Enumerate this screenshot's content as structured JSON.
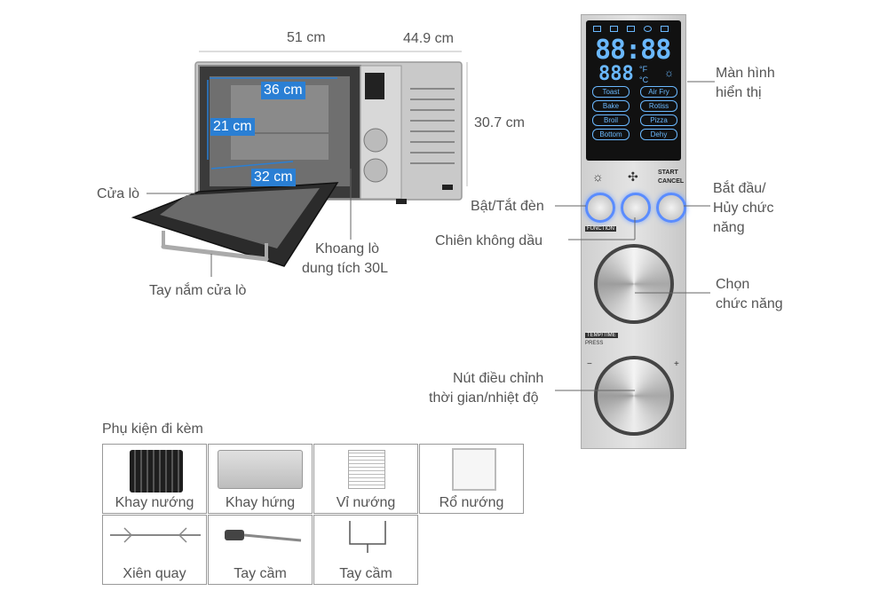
{
  "dimensions": {
    "width": "51 cm",
    "depth": "44.9 cm",
    "height": "30.7 cm",
    "inner_width": "36 cm",
    "inner_height": "21 cm",
    "inner_depth": "32 cm"
  },
  "callouts": {
    "door": "Cửa lò",
    "cavity_line1": "Khoang lò",
    "cavity_line2": "dung tích 30L",
    "handle": "Tay nắm cửa lò",
    "display_line1": "Màn hình",
    "display_line2": "hiển thị",
    "light": "Bật/Tắt đèn",
    "airfry": "Chiên không dầu",
    "start_line1": "Bắt đầu/",
    "start_line2": "Hủy chức",
    "start_line3": "năng",
    "function_line1": "Chọn",
    "function_line2": "chức năng",
    "knob_line1": "Nút điều chỉnh",
    "knob_line2": "thời gian/nhiệt độ"
  },
  "panel": {
    "digits_top": "88:88",
    "digits_bottom": "888",
    "unit_f": "°F",
    "unit_c": "°C",
    "modes": [
      "Toast",
      "Air Fry",
      "Bake",
      "Rotiss",
      "Broil",
      "Pizza",
      "Bottom",
      "Dehy"
    ],
    "start_label": "START",
    "cancel_label": "CANCEL",
    "function_label": "FUNCTION",
    "temp_time_label": "TEMP/TIME",
    "press_label": "PRESS",
    "minus": "−",
    "plus": "+"
  },
  "accessories": {
    "title": "Phụ kiện đi kèm",
    "items": [
      "Khay nướng",
      "Khay hứng",
      "Vỉ nướng",
      "Rổ nướng",
      "Xiên quay",
      "Tay cầm",
      "Tay cầm"
    ]
  },
  "colors": {
    "accent_blue": "#2a7fd4",
    "display_blue": "#6ab8ff",
    "steel": "#c8c8c8"
  }
}
